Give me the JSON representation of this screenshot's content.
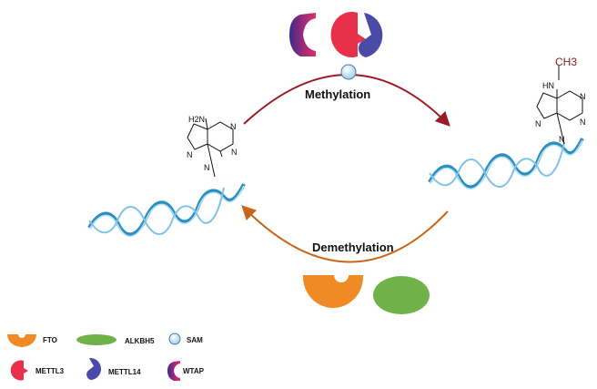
{
  "process": {
    "methylation_label": "Methylation",
    "demethylation_label": "Demethylation"
  },
  "molecule_left": {
    "amino_group": "H2N",
    "ring_atoms": [
      "N",
      "N",
      "N",
      "N"
    ]
  },
  "molecule_right": {
    "methyl_group": "CH3",
    "amine": "HN",
    "ring_atoms": [
      "N",
      "N",
      "N",
      "N"
    ]
  },
  "legend": [
    {
      "label": "FTO",
      "icon": "fto-icon"
    },
    {
      "label": "ALKBH5",
      "icon": "alkbh5-icon"
    },
    {
      "label": "SAM",
      "icon": "sam-icon"
    },
    {
      "label": "METTL3",
      "icon": "mettl3-icon"
    },
    {
      "label": "METTL14",
      "icon": "mettl14-icon"
    },
    {
      "label": "WTAP",
      "icon": "wtap-icon"
    }
  ],
  "colors": {
    "methylation_arrow": "#9b1a2a",
    "demethylation_arrow": "#c8671a",
    "fto": "#f08a24",
    "alkbh5": "#6fb24a",
    "mettl3": "#e8304a",
    "mettl14": "#4a4aa8",
    "wtap_inner": "#c0306a",
    "wtap_outer": "#3a2a8a",
    "sam": "#bcdcf4",
    "rna_light": "#7fc3e8",
    "rna_dark": "#2b8fbf",
    "methyl_text": "#8b1a1a"
  }
}
